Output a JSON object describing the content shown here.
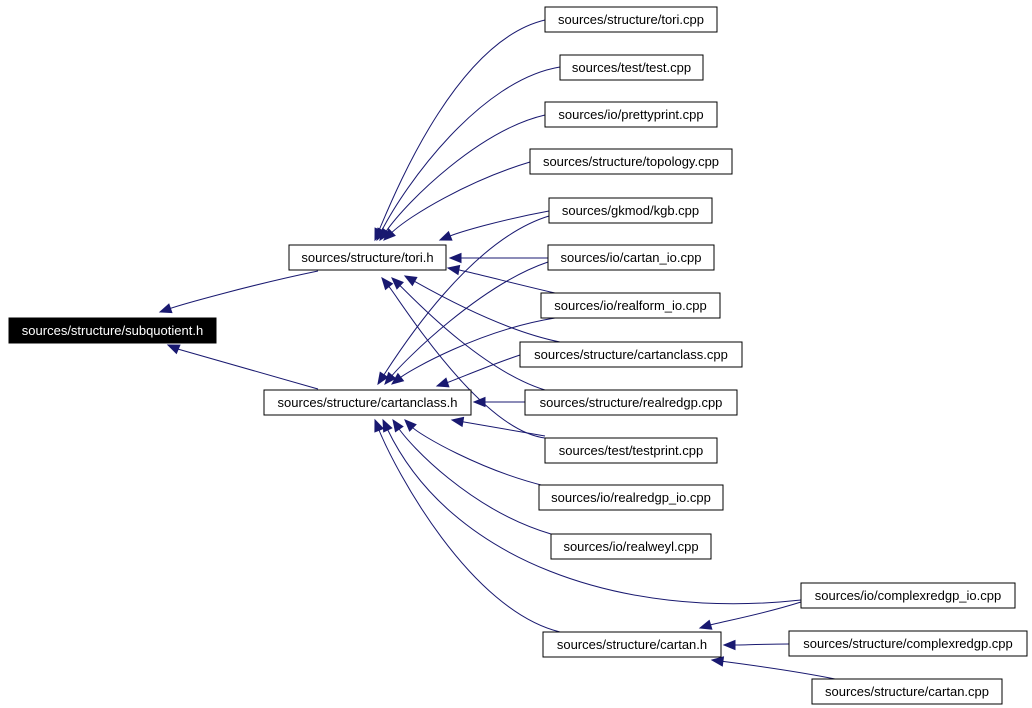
{
  "graph": {
    "nodes": [
      {
        "id": "subquotient_h",
        "label": "sources/structure/subquotient.h",
        "root": true
      },
      {
        "id": "tori_h",
        "label": "sources/structure/tori.h"
      },
      {
        "id": "cartanclass_h",
        "label": "sources/structure/cartanclass.h"
      },
      {
        "id": "cartan_h",
        "label": "sources/structure/cartan.h"
      },
      {
        "id": "tori_cpp",
        "label": "sources/structure/tori.cpp"
      },
      {
        "id": "test_cpp",
        "label": "sources/test/test.cpp"
      },
      {
        "id": "prettyprint_cpp",
        "label": "sources/io/prettyprint.cpp"
      },
      {
        "id": "topology_cpp",
        "label": "sources/structure/topology.cpp"
      },
      {
        "id": "kgb_cpp",
        "label": "sources/gkmod/kgb.cpp"
      },
      {
        "id": "cartan_io_cpp",
        "label": "sources/io/cartan_io.cpp"
      },
      {
        "id": "realform_io_cpp",
        "label": "sources/io/realform_io.cpp"
      },
      {
        "id": "cartanclass_cpp",
        "label": "sources/structure/cartanclass.cpp"
      },
      {
        "id": "realredgp_cpp",
        "label": "sources/structure/realredgp.cpp"
      },
      {
        "id": "testprint_cpp",
        "label": "sources/test/testprint.cpp"
      },
      {
        "id": "realredgp_io_cpp",
        "label": "sources/io/realredgp_io.cpp"
      },
      {
        "id": "realweyl_cpp",
        "label": "sources/io/realweyl.cpp"
      },
      {
        "id": "complexredgp_io_cpp",
        "label": "sources/io/complexredgp_io.cpp"
      },
      {
        "id": "complexredgp_cpp",
        "label": "sources/structure/complexredgp.cpp"
      },
      {
        "id": "cartan_cpp",
        "label": "sources/structure/cartan.cpp"
      }
    ],
    "edges": [
      {
        "from": "tori_h",
        "to": "subquotient_h"
      },
      {
        "from": "cartanclass_h",
        "to": "subquotient_h"
      },
      {
        "from": "tori_cpp",
        "to": "tori_h"
      },
      {
        "from": "test_cpp",
        "to": "tori_h"
      },
      {
        "from": "prettyprint_cpp",
        "to": "tori_h"
      },
      {
        "from": "topology_cpp",
        "to": "tori_h"
      },
      {
        "from": "kgb_cpp",
        "to": "tori_h"
      },
      {
        "from": "cartan_io_cpp",
        "to": "tori_h"
      },
      {
        "from": "realform_io_cpp",
        "to": "tori_h"
      },
      {
        "from": "cartanclass_cpp",
        "to": "tori_h"
      },
      {
        "from": "realredgp_cpp",
        "to": "tori_h"
      },
      {
        "from": "testprint_cpp",
        "to": "tori_h"
      },
      {
        "from": "kgb_cpp",
        "to": "cartanclass_h"
      },
      {
        "from": "cartan_io_cpp",
        "to": "cartanclass_h"
      },
      {
        "from": "realform_io_cpp",
        "to": "cartanclass_h"
      },
      {
        "from": "cartanclass_cpp",
        "to": "cartanclass_h"
      },
      {
        "from": "realredgp_cpp",
        "to": "cartanclass_h"
      },
      {
        "from": "testprint_cpp",
        "to": "cartanclass_h"
      },
      {
        "from": "realredgp_io_cpp",
        "to": "cartanclass_h"
      },
      {
        "from": "realweyl_cpp",
        "to": "cartanclass_h"
      },
      {
        "from": "complexredgp_io_cpp",
        "to": "cartanclass_h"
      },
      {
        "from": "cartan_h",
        "to": "cartanclass_h"
      },
      {
        "from": "complexredgp_io_cpp",
        "to": "cartan_h"
      },
      {
        "from": "complexredgp_cpp",
        "to": "cartan_h"
      },
      {
        "from": "cartan_cpp",
        "to": "cartan_h"
      }
    ]
  },
  "colors": {
    "edge": "#191970",
    "root_fill": "#000000",
    "root_text": "#ffffff",
    "node_border": "#000000"
  }
}
